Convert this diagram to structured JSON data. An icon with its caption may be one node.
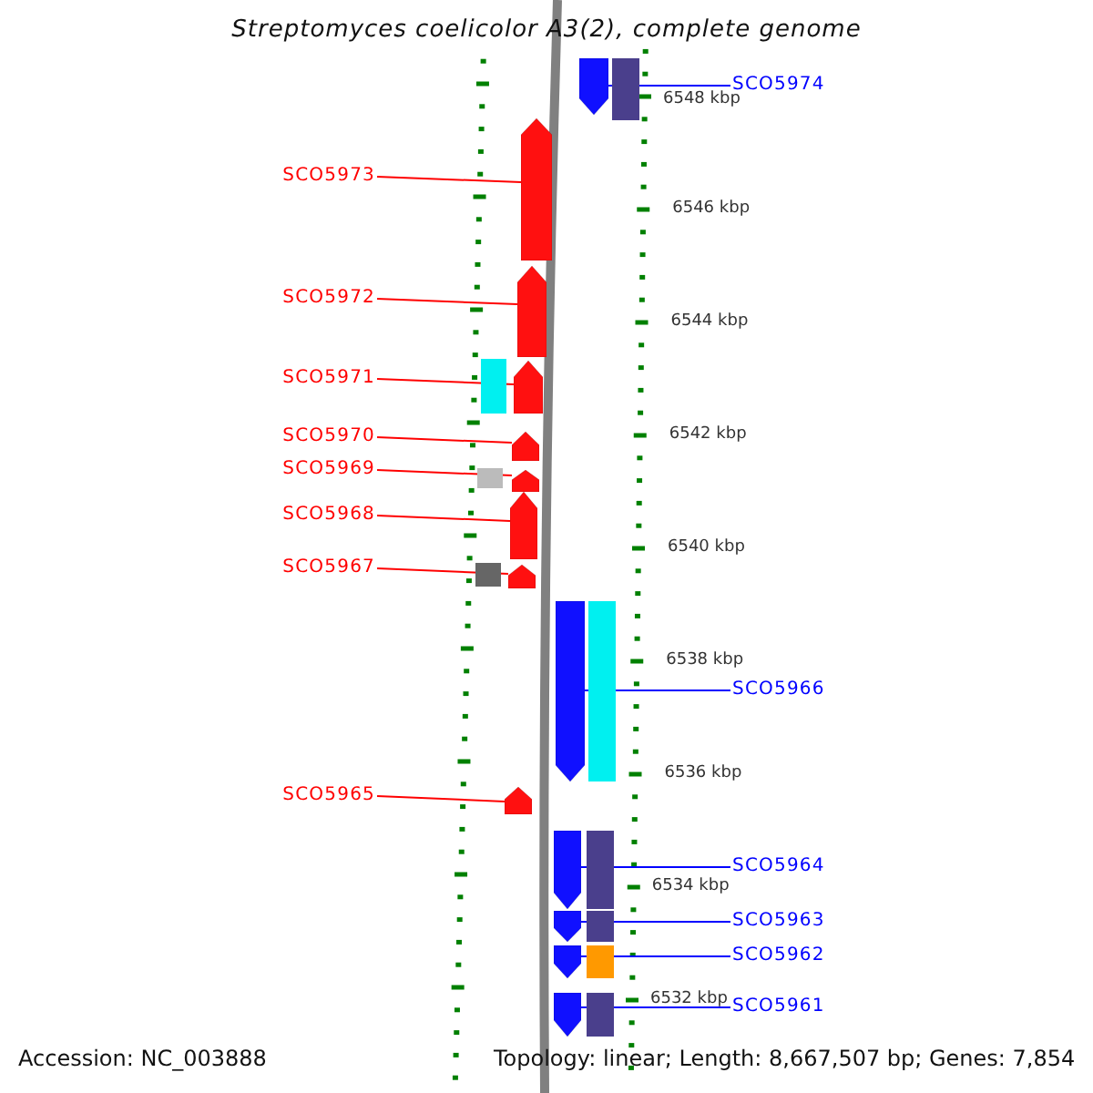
{
  "diagram": {
    "title": "Streptomyces coelicolor A3(2), complete genome",
    "nodes": [
      {
        "text": [
          "SCO5974"
        ]
      },
      {
        "text": [],
        "shape": "arrow"
      },
      {
        "text": [],
        "shape": "bar"
      },
      {
        "text": [
          "SCO5973"
        ]
      },
      {
        "text": [],
        "shape": "arrow"
      },
      {
        "text": [
          "SCO5972"
        ]
      },
      {
        "text": [],
        "shape": "arrow"
      },
      {
        "text": [
          "SCO5971"
        ]
      },
      {
        "text": [],
        "shape": "arrow"
      },
      {
        "text": [],
        "shape": "bar"
      },
      {
        "text": [
          "SCO5970"
        ]
      },
      {
        "text": [],
        "shape": "arrow"
      },
      {
        "text": [
          "SCO5969"
        ]
      },
      {
        "text": [],
        "shape": "arrow"
      },
      {
        "text": [],
        "shape": "bar"
      },
      {
        "text": [
          "SCO5968"
        ]
      },
      {
        "text": [],
        "shape": "arrow"
      },
      {
        "text": [
          "SCO5967"
        ]
      },
      {
        "text": [],
        "shape": "arrow"
      },
      {
        "text": [],
        "shape": "bar"
      },
      {
        "text": [
          "SCO5966"
        ]
      },
      {
        "text": [],
        "shape": "arrow"
      },
      {
        "text": [],
        "shape": "bar"
      },
      {
        "text": [
          "SCO5965"
        ]
      },
      {
        "text": [],
        "shape": "arrow"
      },
      {
        "text": [
          "SCO5964"
        ]
      },
      {
        "text": [],
        "shape": "arrow"
      },
      {
        "text": [],
        "shape": "bar"
      },
      {
        "text": [
          "SCO5963"
        ]
      },
      {
        "text": [],
        "shape": "arrow"
      },
      {
        "text": [],
        "shape": "bar"
      },
      {
        "text": [
          "SCO5962"
        ]
      },
      {
        "text": [],
        "shape": "arrow"
      },
      {
        "text": [],
        "shape": "bar"
      },
      {
        "text": [
          "SCO5961"
        ]
      },
      {
        "text": [],
        "shape": "arrow"
      },
      {
        "text": [],
        "shape": "bar"
      }
    ],
    "edges": [
      {
        "from": 0,
        "to": 1,
        "arrow": "none",
        "color": "#0000ff"
      },
      {
        "from": 3,
        "to": 4,
        "arrow": "none"
      },
      {
        "from": 5,
        "to": 6,
        "arrow": "none"
      },
      {
        "from": 7,
        "to": 8,
        "arrow": "none"
      },
      {
        "from": 10,
        "to": 11,
        "arrow": "none"
      },
      {
        "from": 12,
        "to": 13,
        "arrow": "none"
      },
      {
        "from": 15,
        "to": 16,
        "arrow": "none"
      },
      {
        "from": 17,
        "to": 18,
        "arrow": "none"
      },
      {
        "from": 20,
        "to": 21,
        "arrow": "none",
        "color": "#0000ff"
      },
      {
        "from": 23,
        "to": 24,
        "arrow": "none"
      },
      {
        "from": 25,
        "to": 26,
        "arrow": "none",
        "color": "#0000ff"
      },
      {
        "from": 28,
        "to": 29,
        "arrow": "none",
        "color": "#0000ff"
      },
      {
        "from": 31,
        "to": 32,
        "arrow": "none",
        "color": "#0000ff"
      },
      {
        "from": 34,
        "to": 35,
        "arrow": "none",
        "color": "#0000ff"
      }
    ],
    "labels": [
      "6548 kbp",
      "6546 kbp",
      "6544 kbp",
      "6542 kbp",
      "6540 kbp",
      "6538 kbp",
      "6536 kbp",
      "6534 kbp",
      "6532 kbp",
      "Accession: NC_003888",
      "Topology: linear; Length: 8,667,507 bp; Genes: 7,854"
    ]
  }
}
